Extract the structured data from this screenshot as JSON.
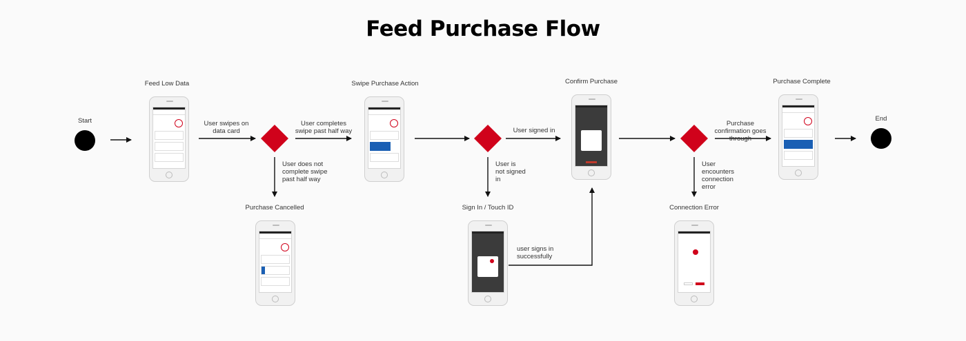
{
  "title": "Feed Purchase Flow",
  "terminals": {
    "start": "Start",
    "end": "End"
  },
  "screens": {
    "feed_low_data": "Feed Low Data",
    "swipe_purchase_action": "Swipe Purchase Action",
    "confirm_purchase": "Confirm Purchase",
    "purchase_complete": "Purchase Complete",
    "purchase_cancelled": "Purchase Cancelled",
    "sign_in_touch_id": "Sign In / Touch ID",
    "connection_error": "Connection Error"
  },
  "edges": {
    "swipes_on_card": "User swipes on data card",
    "completes_swipe": "User completes swipe past half way",
    "not_complete_swipe": "User does not complete swipe past half way",
    "signed_in": "User signed in",
    "not_signed_in": "User is not signed in",
    "signs_in_success": "user signs in successfully",
    "confirmation_through": "Purchase confirmation goes through",
    "connection_error": "User encounters connection error"
  },
  "colors": {
    "decision": "#d0021b",
    "terminal": "#000000",
    "line": "#111111"
  }
}
